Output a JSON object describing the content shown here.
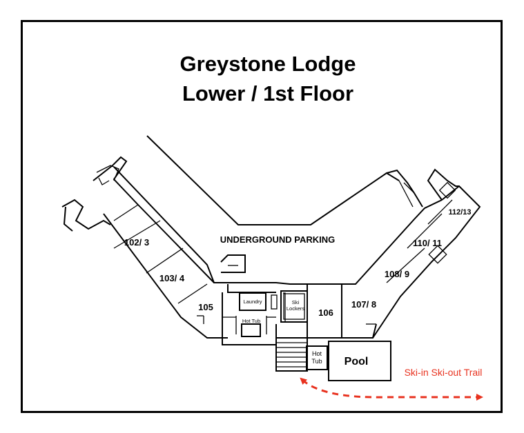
{
  "map": {
    "title_line1": "Greystone Lodge",
    "title_line2": "Lower / 1st Floor",
    "area_parking": "UNDERGROUND PARKING",
    "rooms": {
      "r112": "112/13",
      "r110": "110/ 11",
      "r108": "108/ 9",
      "r107": "107/ 8",
      "r106": "106",
      "r105": "105",
      "r103": "103/ 4",
      "r102": "102/ 3"
    },
    "facilities": {
      "laundry": "Laundry",
      "hot_tub_inner": "Hot Tub",
      "ski_lockers_1": "Ski",
      "ski_lockers_2": "Lockers",
      "hot_tub_1": "Hot",
      "hot_tub_2": "Tub",
      "pool": "Pool"
    },
    "trail_label": "Ski-in Ski-out Trail",
    "colors": {
      "trail": "#e8321f",
      "ink": "#000000",
      "background": "#ffffff"
    }
  }
}
